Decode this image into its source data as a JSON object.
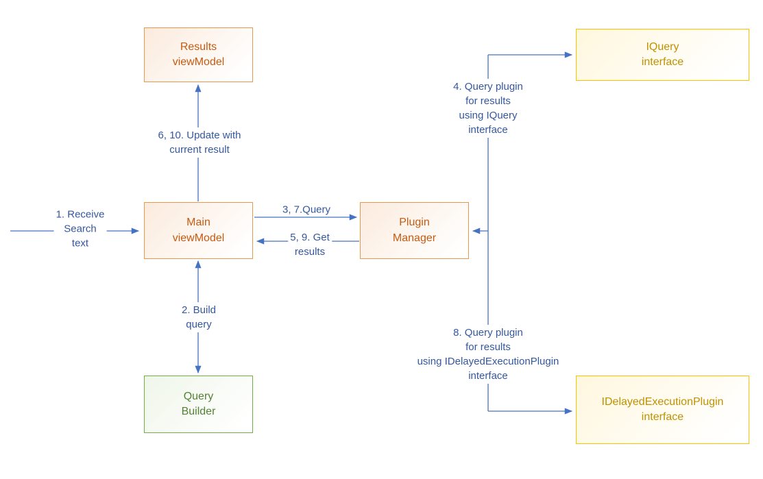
{
  "diagram": {
    "nodes": {
      "results_viewmodel": {
        "label": "Results\nviewModel",
        "theme": "orange"
      },
      "iquery_interface": {
        "label": "IQuery\ninterface",
        "theme": "gold"
      },
      "main_viewmodel": {
        "label": "Main\nviewModel",
        "theme": "orange"
      },
      "plugin_manager": {
        "label": "Plugin\nManager",
        "theme": "orange"
      },
      "query_builder": {
        "label": "Query\nBuilder",
        "theme": "green"
      },
      "idelayedexecutionplugin_interface": {
        "label": "IDelayedExecutionPlugin\ninterface",
        "theme": "gold"
      }
    },
    "edge_labels": {
      "receive_search": "1. Receive\nSearch\ntext",
      "update_result": "6, 10. Update with\ncurrent result",
      "query": "3, 7.Query",
      "get_results": "5, 9. Get\nresults",
      "build_query": "2. Build\nquery",
      "query_iquery": "4. Query plugin\nfor results\nusing IQuery\ninterface",
      "query_idelayed": "8. Query plugin\nfor results\nusing IDelayedExecutionPlugin\ninterface"
    },
    "colors": {
      "connector_blue": "#4472C4",
      "label_blue": "#35579E",
      "orange_border": "#E79850",
      "orange_text": "#C55A11",
      "gold_border": "#FFC000",
      "gold_text": "#BF9000",
      "green_border": "#70AD47",
      "green_text": "#538135"
    }
  }
}
